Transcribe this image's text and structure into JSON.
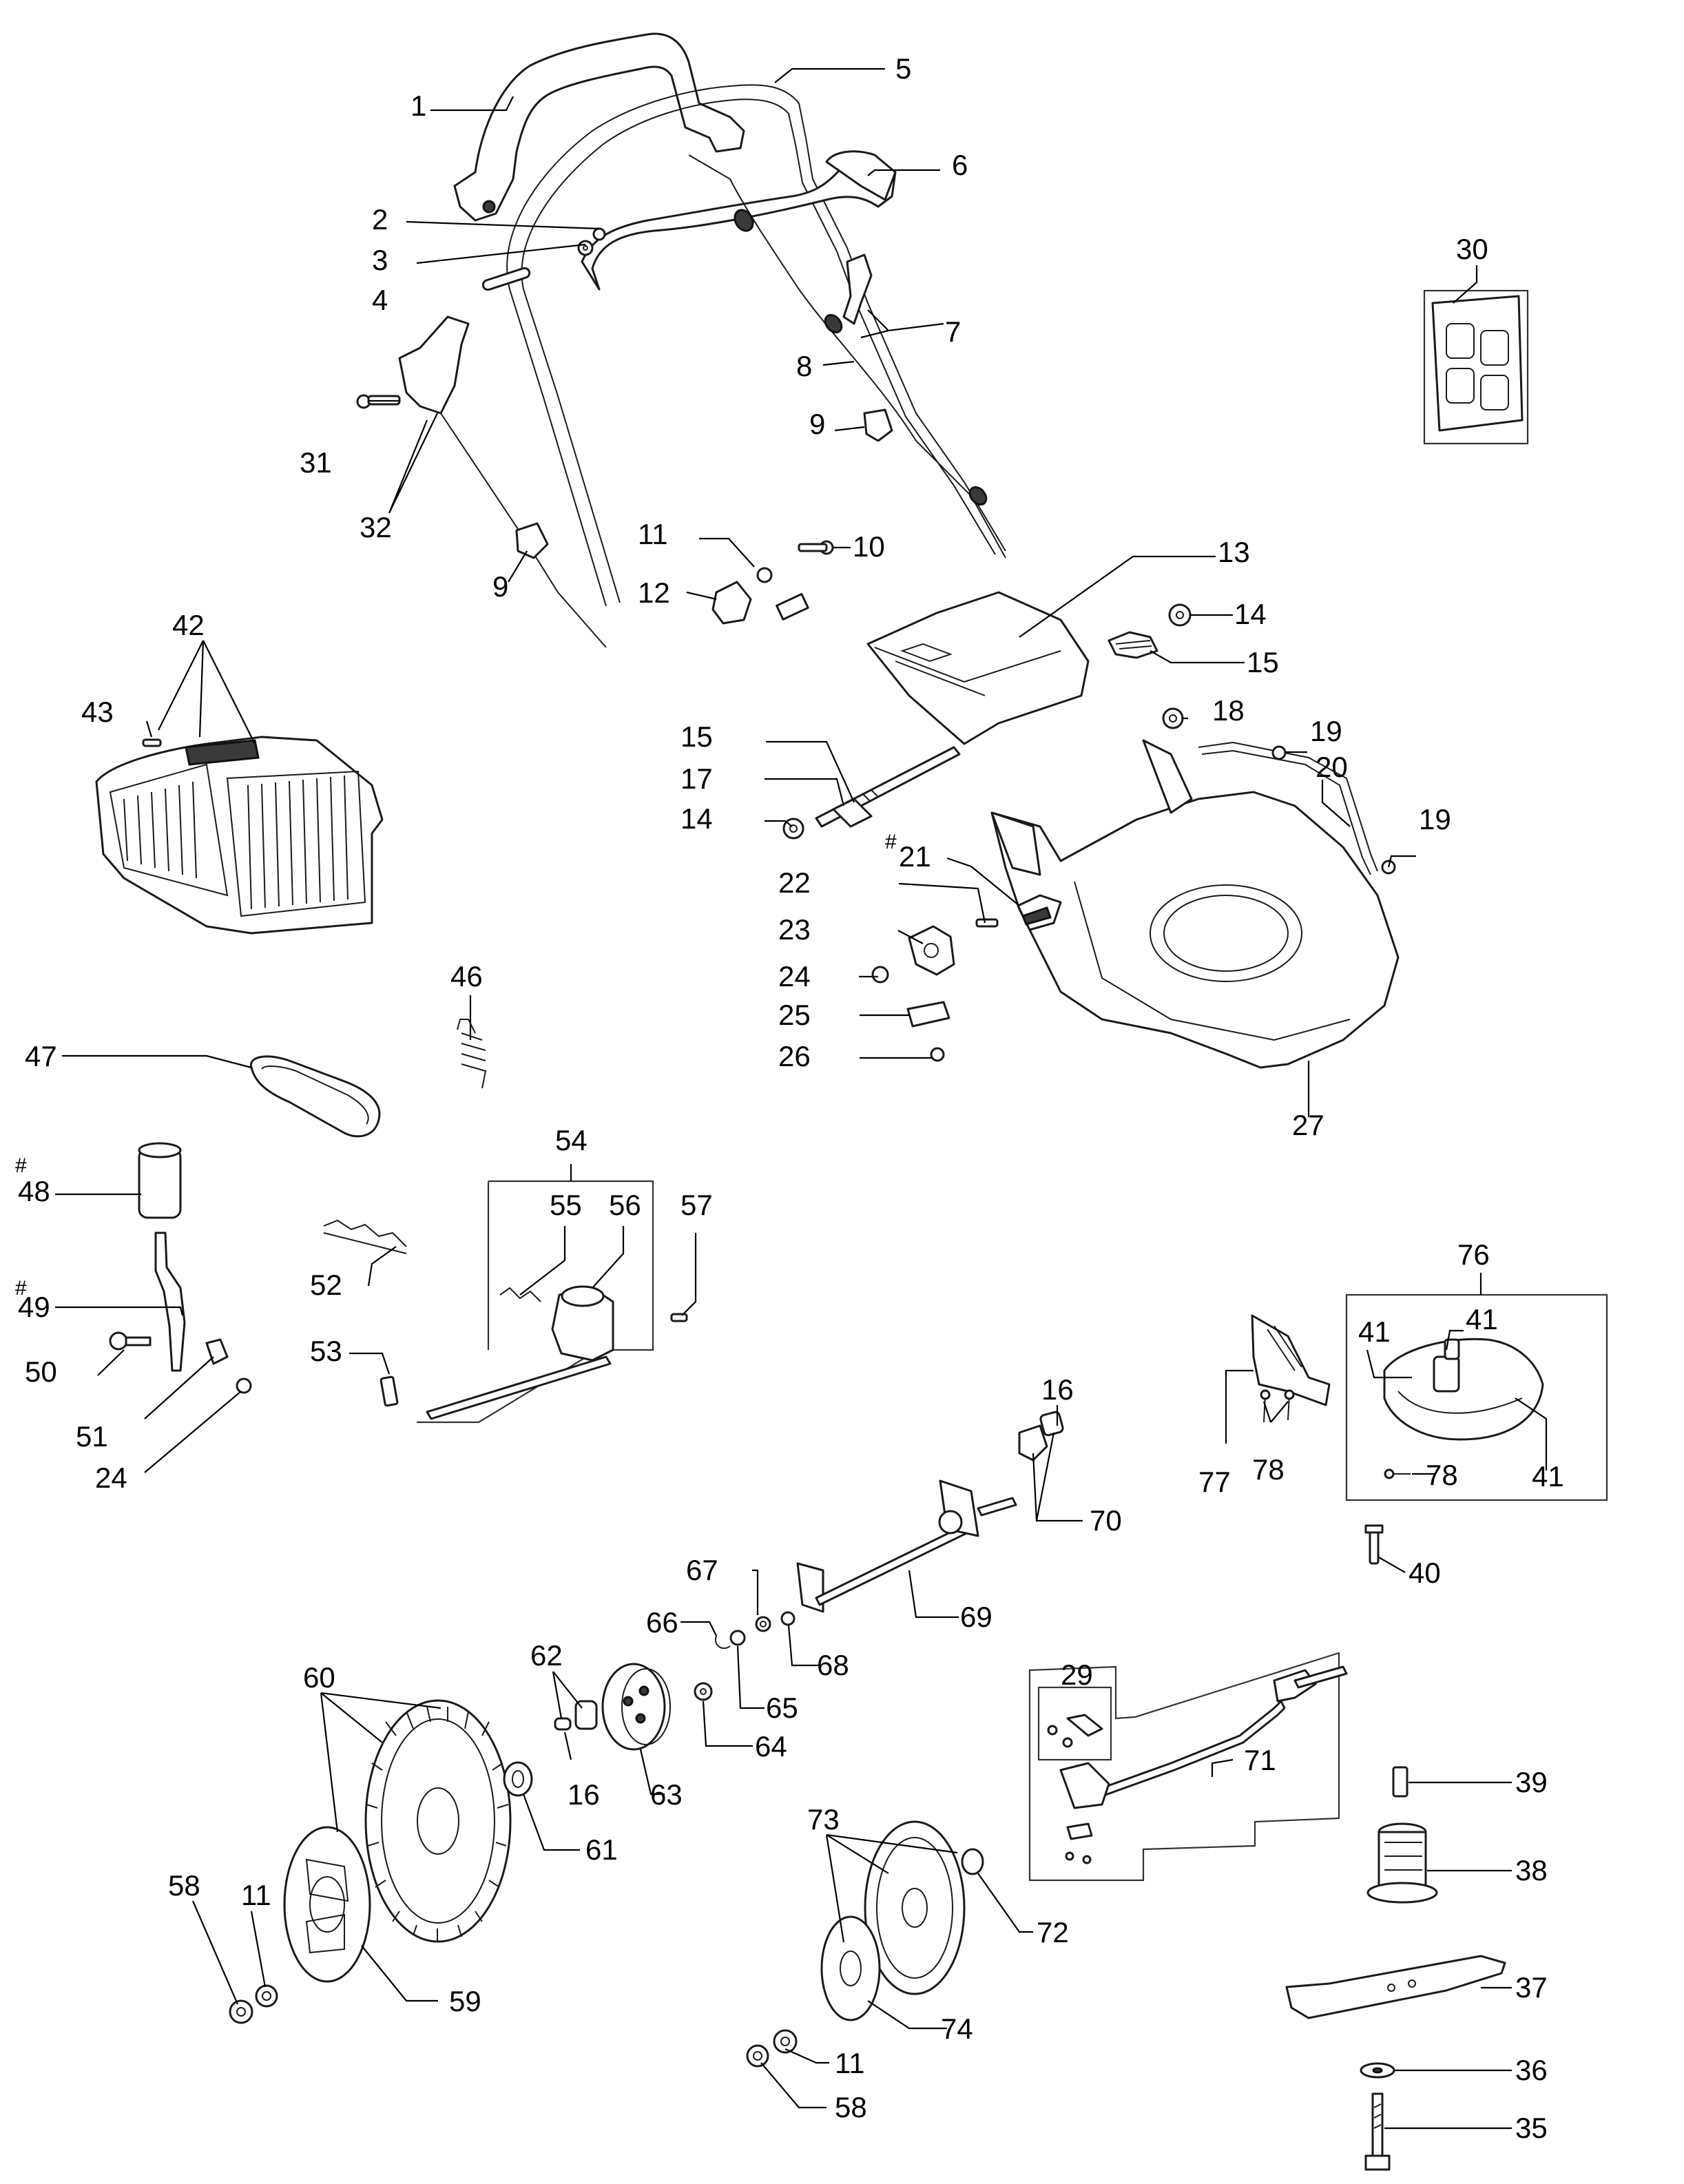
{
  "diagram": {
    "type": "exploded-parts-view",
    "labels": {
      "1": "1",
      "2": "2",
      "3": "3",
      "4": "4",
      "5": "5",
      "6": "6",
      "7": "7",
      "8": "8",
      "9a": "9",
      "9b": "9",
      "10": "10",
      "11a": "11",
      "11b": "11",
      "11c": "11",
      "12": "12",
      "13": "13",
      "14a": "14",
      "14b": "14",
      "15a": "15",
      "15b": "15",
      "16a": "16",
      "16b": "16",
      "17": "17",
      "18": "18",
      "19a": "19",
      "19b": "19",
      "20": "20",
      "21": "21",
      "22": "22",
      "23": "23",
      "24a": "24",
      "24b": "24",
      "25": "25",
      "26": "26",
      "27": "27",
      "29": "29",
      "30": "30",
      "31": "31",
      "32": "32",
      "35": "35",
      "36": "36",
      "37": "37",
      "38": "38",
      "39": "39",
      "40": "40",
      "41a": "41",
      "41b": "41",
      "41c": "41",
      "42": "42",
      "43": "43",
      "46": "46",
      "47": "47",
      "48": "48",
      "49": "49",
      "50": "50",
      "51": "51",
      "52": "52",
      "53": "53",
      "54": "54",
      "55": "55",
      "56": "56",
      "57": "57",
      "58a": "58",
      "58b": "58",
      "59": "59",
      "60": "60",
      "61": "61",
      "62": "62",
      "63": "63",
      "64": "64",
      "65": "65",
      "66": "66",
      "67": "67",
      "68": "68",
      "69": "69",
      "70": "70",
      "71": "71",
      "72": "72",
      "73": "73",
      "74": "74",
      "76": "76",
      "77": "77",
      "78a": "78",
      "78b": "78"
    },
    "hash_mark": "#"
  }
}
